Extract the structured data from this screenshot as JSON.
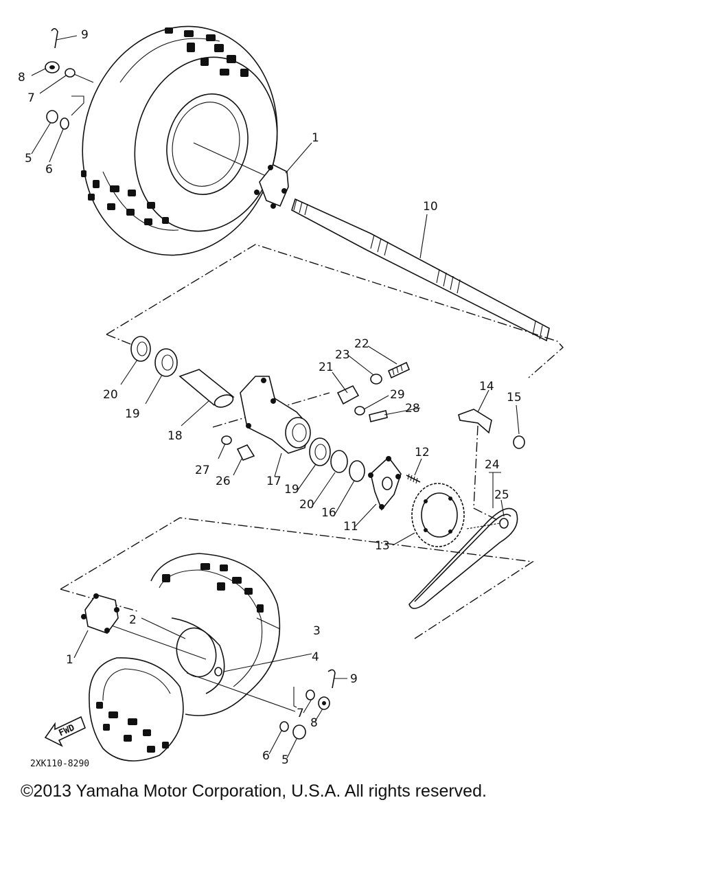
{
  "diagram": {
    "drawing_code": "2XK110-8290",
    "fwd_label": "FWD",
    "callouts": {
      "top_9": "9",
      "top_8": "8",
      "top_7": "7",
      "top_5": "5",
      "top_6": "6",
      "top_1": "1",
      "c10": "10",
      "c20a": "20",
      "c19a": "19",
      "c18": "18",
      "c22": "22",
      "c23": "23",
      "c21": "21",
      "c29": "29",
      "c28": "28",
      "c14": "14",
      "c15": "15",
      "c27": "27",
      "c26": "26",
      "c17": "17",
      "c19b": "19",
      "c20b": "20",
      "c16": "16",
      "c11": "11",
      "c12": "12",
      "c24": "24",
      "c25": "25",
      "c13": "13",
      "bot_2": "2",
      "bot_3": "3",
      "bot_4": "4",
      "bot_1": "1",
      "bot_9": "9",
      "bot_7": "7",
      "bot_8": "8",
      "bot_6": "6",
      "bot_5": "5"
    }
  },
  "footer": {
    "copyright": "©2013 Yamaha Motor Corporation, U.S.A. All rights reserved."
  }
}
